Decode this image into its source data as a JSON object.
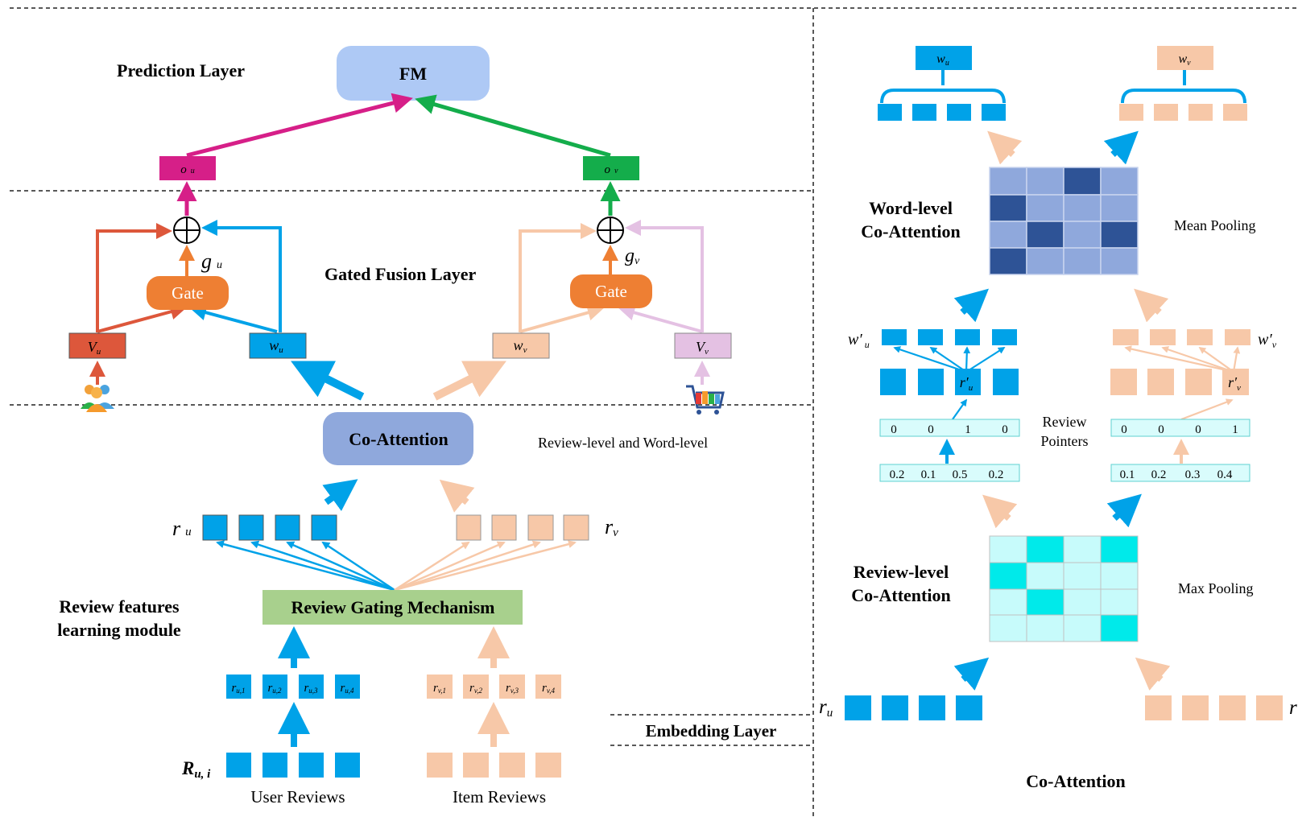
{
  "labels": {
    "prediction_layer": "Prediction Layer",
    "fm": "FM",
    "o_u": "o",
    "o_u_sub": "u",
    "o_v": "o",
    "o_v_sub": "v",
    "gated_fusion_layer": "Gated Fusion Layer",
    "gate": "Gate",
    "g_u": "g",
    "g_u_sub": "u",
    "g_v": "g",
    "g_v_sub": "v",
    "V_u": "V",
    "V_u_sub": "u",
    "w_u": "w",
    "w_u_sub": "u",
    "w_v": "w",
    "w_v_sub": "v",
    "V_v": "V",
    "V_v_sub": "v",
    "co_attention": "Co-Attention",
    "review_level_and_word_level": "Review-level and Word-level",
    "r_u": "r",
    "r_u_sub": "u",
    "r_v": "r",
    "r_v_sub": "v",
    "review_gating_mechanism": "Review Gating Mechanism",
    "review_features_line1": "Review features",
    "review_features_line2": "learning module",
    "ru_items": [
      "r",
      "r",
      "r",
      "r"
    ],
    "ru_subs": [
      "u,1",
      "u,2",
      "u,3",
      "u,4"
    ],
    "rv_items": [
      "r",
      "r",
      "r",
      "r"
    ],
    "rv_subs": [
      "v,1",
      "v,2",
      "v,3",
      "v,4"
    ],
    "R_ui": "R",
    "R_ui_sub": "u,   i",
    "user_reviews": "User Reviews",
    "item_reviews": "Item Reviews",
    "embedding_layer": "Embedding Layer"
  },
  "right_panel": {
    "w_u_top": "w",
    "w_u_top_sub": "u",
    "w_v_top": "w",
    "w_v_top_sub": "v",
    "word_level_line1": "Word-level",
    "word_level_line2": "Co-Attention",
    "mean_pooling": "Mean Pooling",
    "w_prime_u": "w′",
    "w_prime_u_sub": "u",
    "w_prime_v": "w′",
    "w_prime_v_sub": "v",
    "r_prime_u": "r′",
    "r_prime_u_sub": "u",
    "r_prime_v": "r′",
    "r_prime_v_sub": "v",
    "pointer_u": [
      "0",
      "0",
      "1",
      "0"
    ],
    "pointer_v": [
      "0",
      "0",
      "0",
      "1"
    ],
    "review_pointers_line1": "Review",
    "review_pointers_line2": "Pointers",
    "probs_u": [
      "0.2",
      "0.1",
      "0.5",
      "0.2"
    ],
    "probs_v": [
      "0.1",
      "0.2",
      "0.3",
      "0.4"
    ],
    "review_level_line1": "Review-level",
    "review_level_line2": "Co-Attention",
    "max_pooling": "Max Pooling",
    "r_u_bottom": "r",
    "r_u_bottom_sub": "u",
    "r_v_bottom": "r",
    "co_attention_caption": "Co-Attention"
  },
  "colors": {
    "blue": "#00a2e8",
    "peach": "#f7c8a8",
    "magenta": "#d61f88",
    "green": "#14ad4b",
    "orange": "#ee7f33",
    "red": "#dd573b",
    "lavender": "#e4c1e3",
    "fm_fill": "#aec9f5",
    "coatt_fill": "#8fa8dc",
    "rgm_fill": "#a8d08d",
    "mat_light": "#8fa8dc",
    "mat_dark": "#2e5396",
    "cyan_light": "#c7fbfb",
    "cyan_dark": "#00eaea",
    "ptr_fill": "#d9fcfc"
  }
}
